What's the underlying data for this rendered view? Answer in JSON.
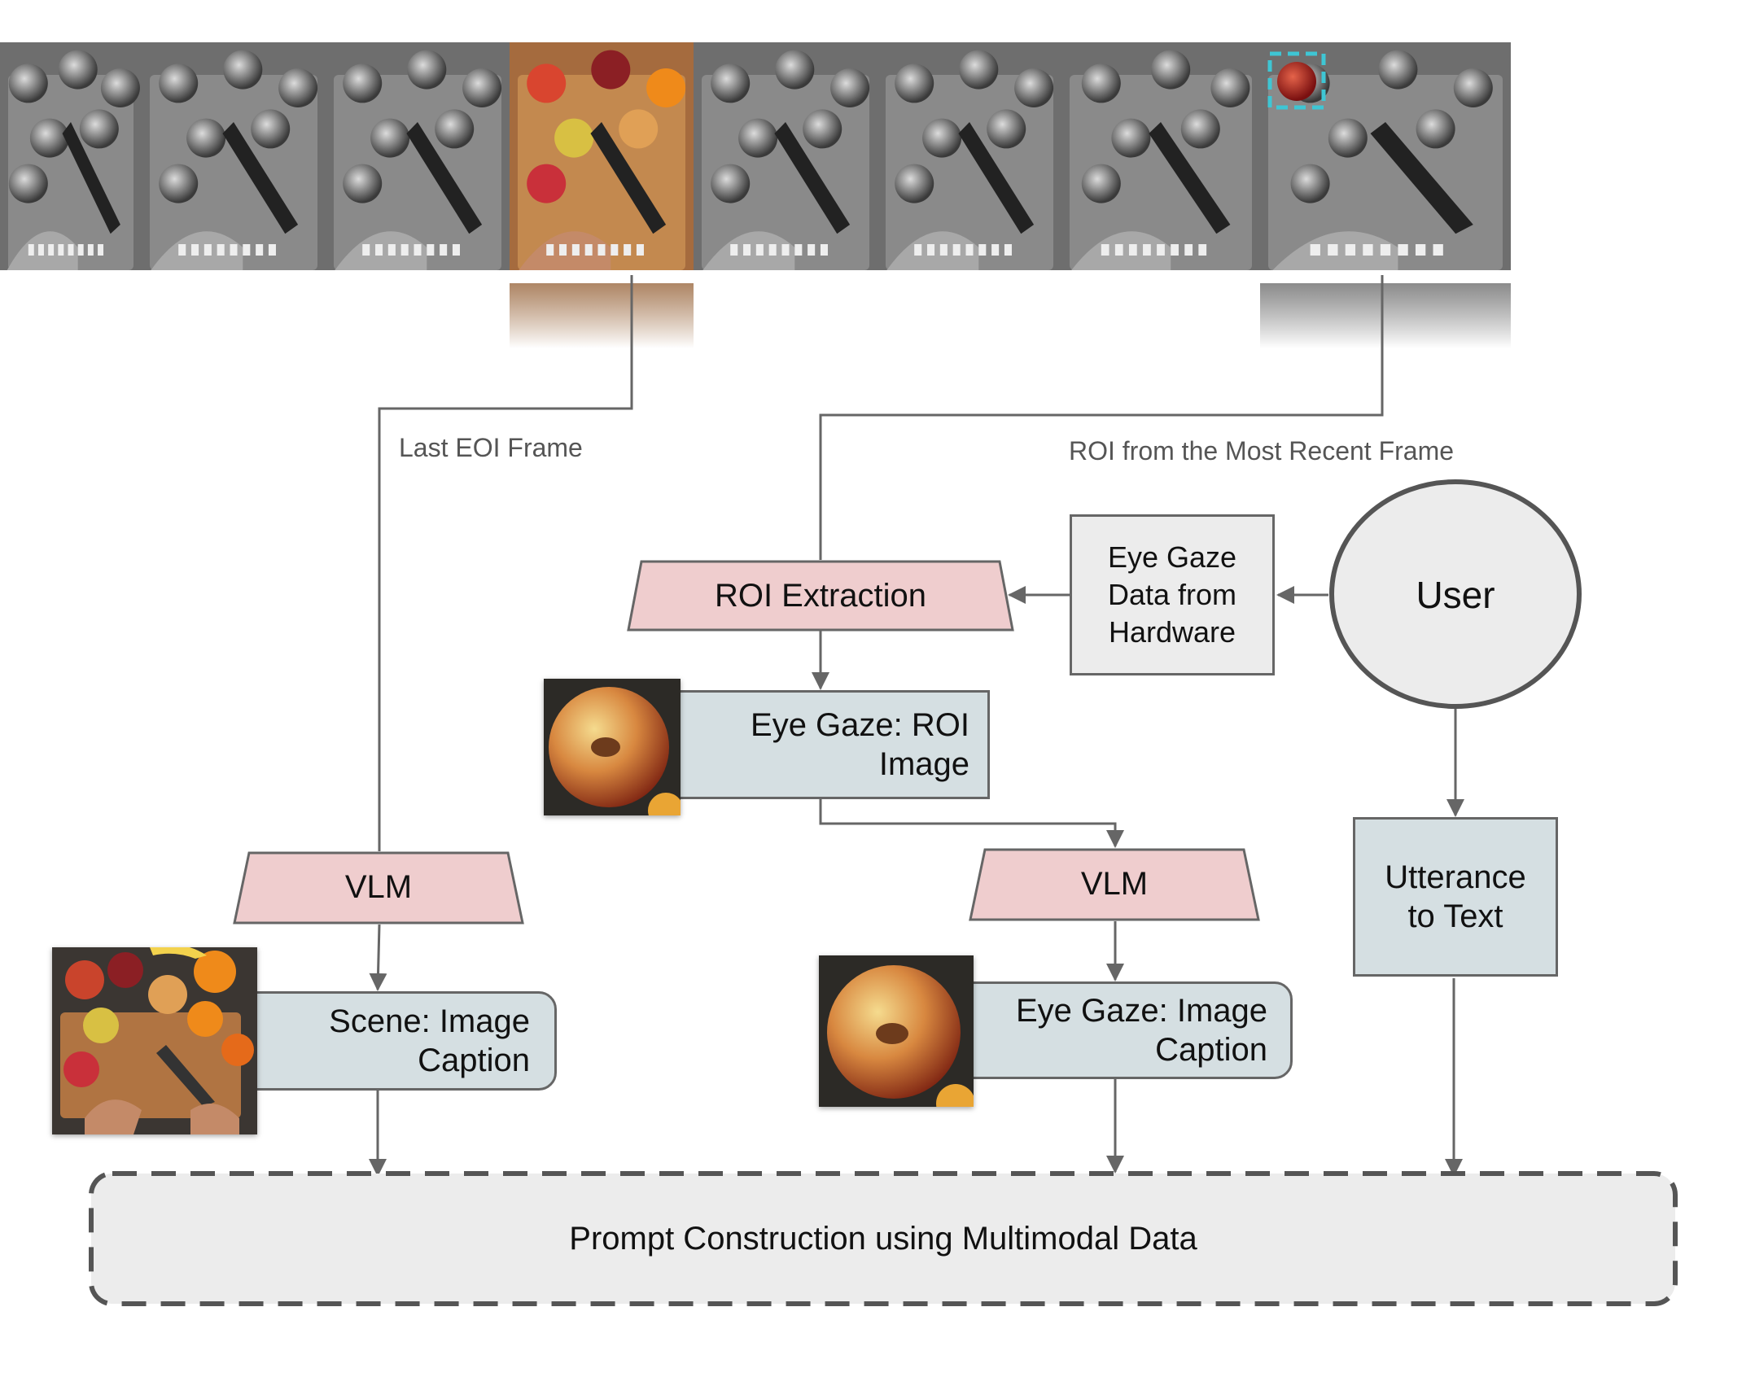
{
  "labels": {
    "last_eoi_frame": "Last EOI Frame",
    "roi_recent_frame": "ROI from the Most Recent Frame"
  },
  "nodes": {
    "roi_extraction": "ROI Extraction",
    "eye_gaze_hardware": [
      "Eye Gaze",
      "Data from",
      "Hardware"
    ],
    "user": "User",
    "eye_gaze_roi": [
      "Eye Gaze: ROI",
      "Image"
    ],
    "vlm_left": "VLM",
    "vlm_right": "VLM",
    "scene_caption": [
      "Scene: Image",
      "Caption"
    ],
    "eye_gaze_caption": [
      "Eye Gaze: Image",
      "Caption"
    ],
    "utterance": [
      "Utterance",
      "to Text"
    ],
    "prompt": "Prompt Construction using Multimodal Data"
  },
  "colors": {
    "vlm_fill": "#efcdce",
    "grey_fill": "#ececec",
    "blue_fill": "#d5dfe2",
    "line": "#666666",
    "roi_marker": "#3ec6d4"
  },
  "filmstrip": {
    "frame_count": 8,
    "color_frame_index": 3,
    "roi_frame_index": 7
  }
}
